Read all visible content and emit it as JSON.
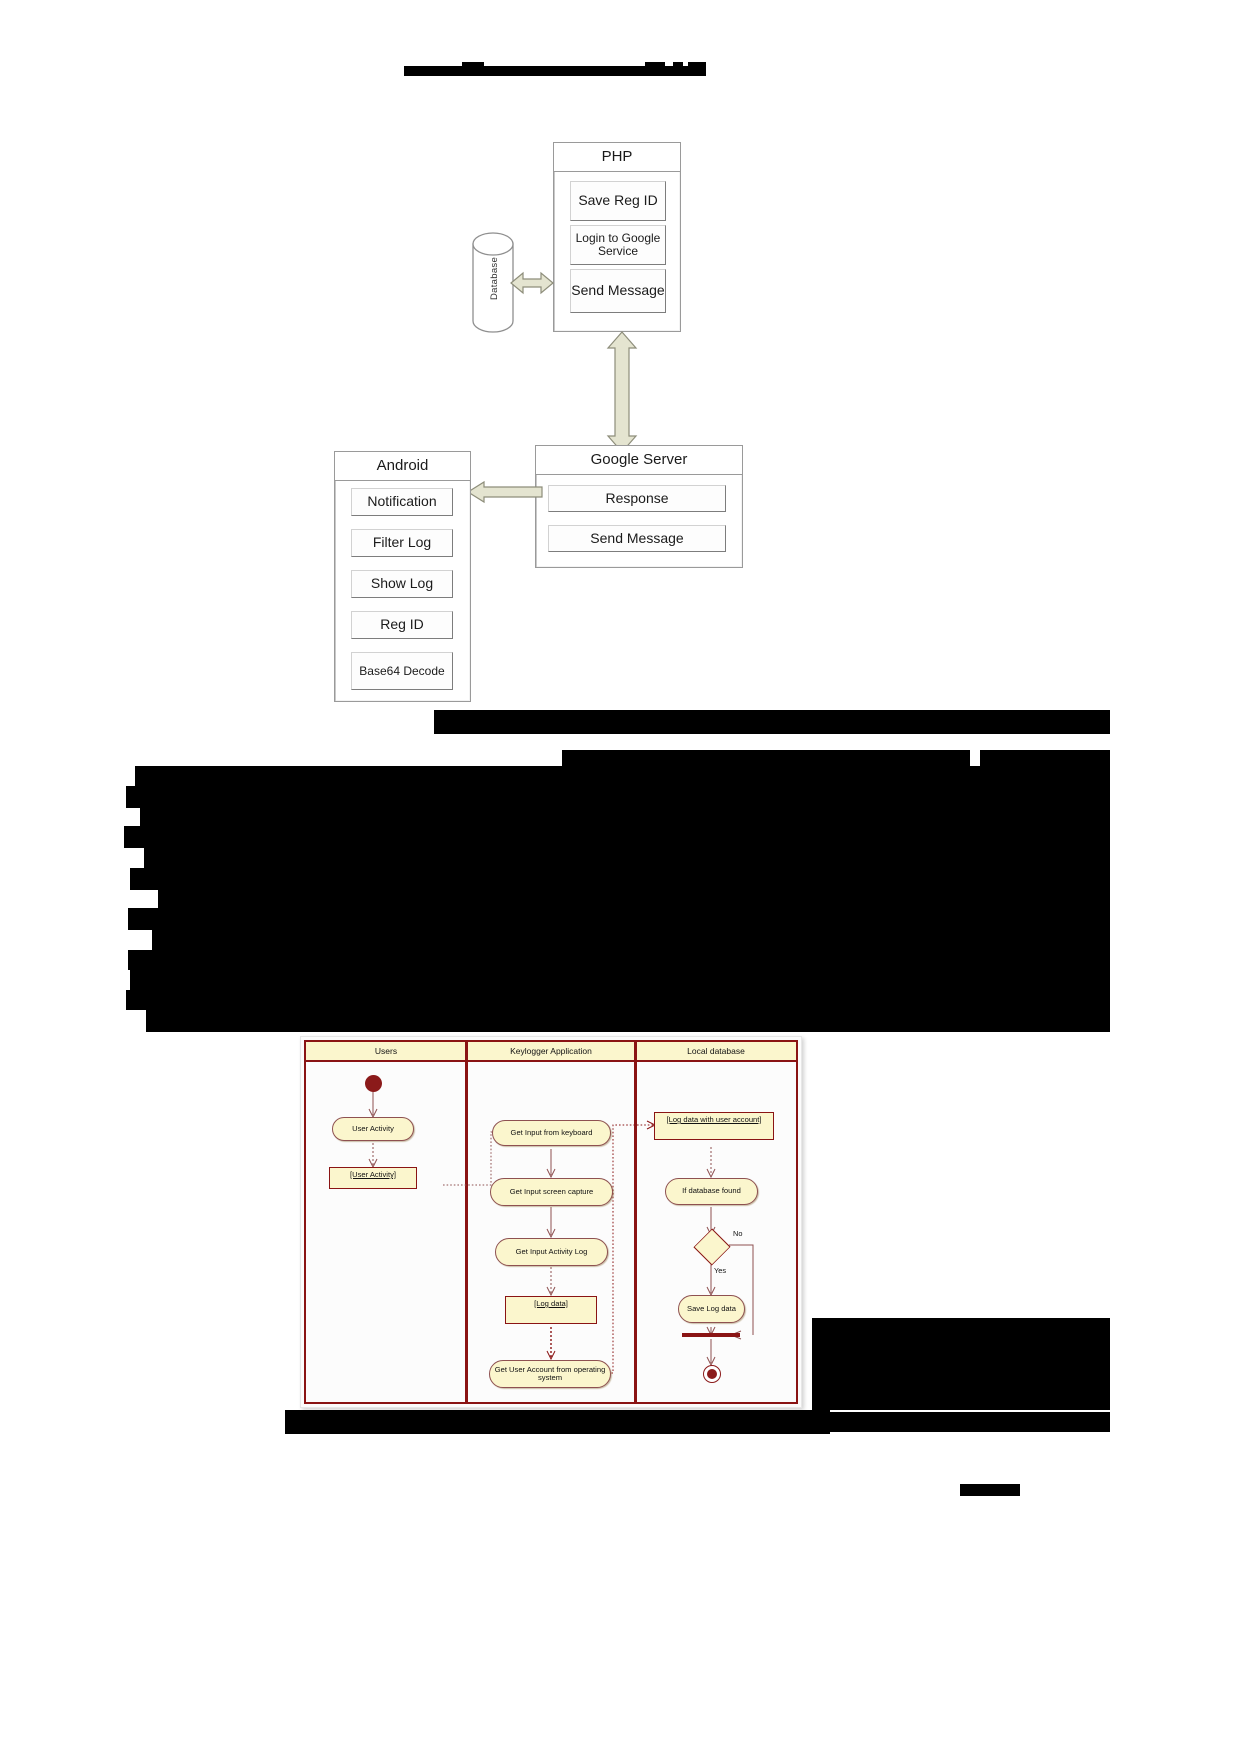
{
  "page": {
    "redacted_note": "body text redacted",
    "figure_caption_redacted": true
  },
  "architecture_diagram": {
    "name": "system-architecture-diagram",
    "database": {
      "label": "Database"
    },
    "php_box": {
      "title": "PHP",
      "items": [
        "Save Reg ID",
        "Login to Google Service",
        "Send Message"
      ]
    },
    "google_server_box": {
      "title": "Google Server",
      "items": [
        "Response",
        "Send Message"
      ]
    },
    "android_box": {
      "title": "Android",
      "items": [
        "Notification",
        "Filter Log",
        "Show Log",
        "Reg ID",
        "Base64 Decode"
      ]
    },
    "connectors": [
      {
        "from": "Database",
        "to": "PHP",
        "type": "double-arrow"
      },
      {
        "from": "PHP",
        "to": "Google Server",
        "type": "double-arrow"
      },
      {
        "from": "Google Server",
        "to": "Android",
        "type": "single-arrow"
      }
    ]
  },
  "activity_diagram": {
    "name": "keylogger-activity-diagram",
    "lanes": [
      {
        "title": "Users"
      },
      {
        "title": "Keylogger Application"
      },
      {
        "title": "Local database"
      }
    ],
    "users_lane": {
      "start": "start-node",
      "nodes": [
        "User Activity"
      ],
      "notes": [
        "[User Activity]"
      ]
    },
    "keylogger_lane": {
      "nodes": [
        "Get Input from keyboard",
        "Get Input screen capture",
        "Get Input Activity Log",
        "Get User Account from operating system"
      ],
      "notes": [
        "[Log data]"
      ]
    },
    "database_lane": {
      "notes": [
        "[Log data with user account]"
      ],
      "nodes": [
        "If database found",
        "Save Log data"
      ],
      "decision_labels": {
        "no": "No",
        "yes": "Yes"
      },
      "end": "end-node"
    },
    "colors": {
      "node_fill": "#fbf6cd",
      "line": "#8a1414",
      "lane_header_fill": "#fbf6cd"
    }
  }
}
